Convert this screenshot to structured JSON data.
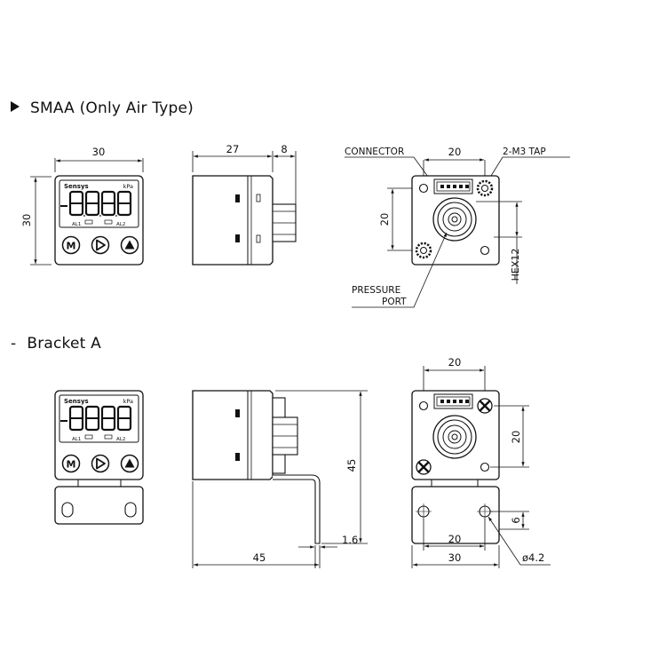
{
  "headings": {
    "smaa": "SMAA (Only Air Type)",
    "bracket_prefix": "-",
    "bracket": "Bracket A"
  },
  "device": {
    "brand": "Sensys",
    "unit": "kPa",
    "digits": "8888",
    "al1": "AL1",
    "al2": "AL2",
    "btn_m": "M"
  },
  "dims": {
    "front_w": "30",
    "front_h": "30",
    "side_depth": "27",
    "side_fitting": "8",
    "rear_connector_w": "20",
    "rear_v": "20",
    "bracket_rear_top": "20",
    "bracket_rear_right": "20",
    "bracket_rear_holes": "20",
    "bracket_rear_w": "30",
    "bracket_side_h": "45",
    "bracket_side_w": "45",
    "bracket_thickness": "1.6",
    "bracket_slot": "6",
    "hole_dia": "ø4.2"
  },
  "callouts": {
    "connector": "CONNECTOR",
    "tap": "2-M3 TAP",
    "pressure": "PRESSURE",
    "port": "PORT",
    "hex": "HEX12"
  }
}
